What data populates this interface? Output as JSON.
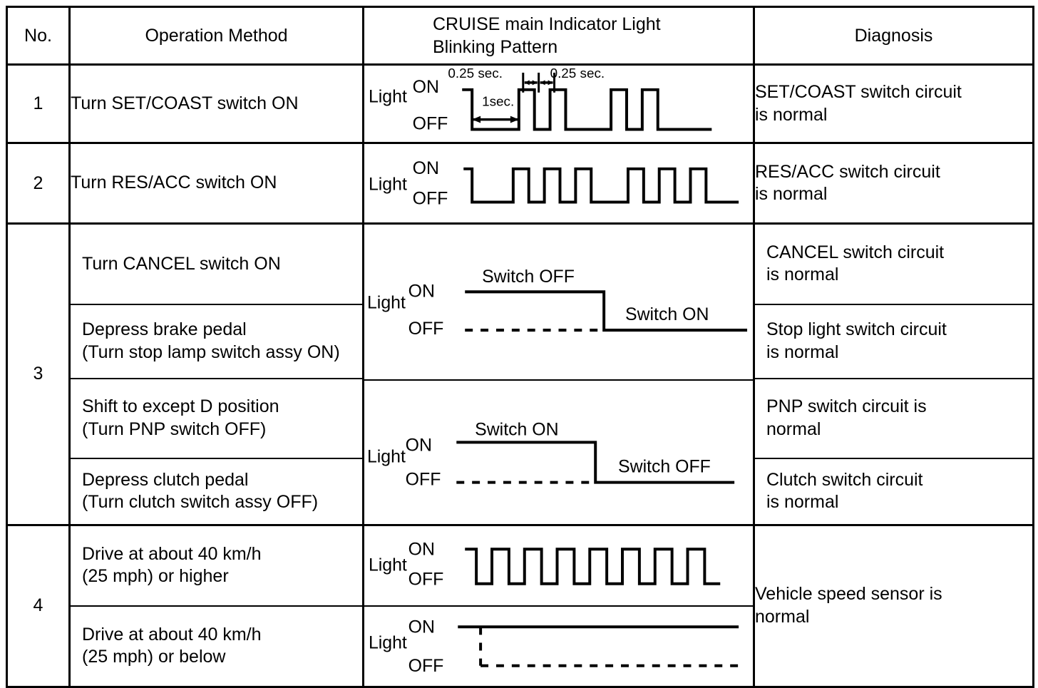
{
  "table": {
    "headers": {
      "no": "No.",
      "operation": "Operation Method",
      "pattern": "CRUISE main Indicator Light\nBlinking Pattern",
      "diagnosis": "Diagnosis"
    },
    "rows": [
      {
        "no": "1",
        "operations": [
          "Turn SET/COAST switch ON"
        ],
        "diagnoses": [
          "SET/COAST switch circuit\nis normal"
        ]
      },
      {
        "no": "2",
        "operations": [
          "Turn RES/ACC switch ON"
        ],
        "diagnoses": [
          "RES/ACC switch circuit\nis normal"
        ]
      },
      {
        "no": "3",
        "operations": [
          "Turn CANCEL switch ON",
          "Depress brake pedal\n(Turn stop lamp switch assy ON)",
          "Shift to except D position\n(Turn PNP switch OFF)",
          "Depress clutch pedal\n(Turn clutch switch assy OFF)"
        ],
        "diagnoses": [
          "CANCEL switch circuit\nis normal",
          "Stop light switch circuit\nis normal",
          "PNP switch circuit is\nnormal",
          "Clutch switch circuit\nis normal"
        ]
      },
      {
        "no": "4",
        "operations": [
          "Drive at about 40 km/h\n(25 mph) or higher",
          "Drive at about 40 km/h\n(25 mph) or below"
        ],
        "diagnoses": [
          "Vehicle speed sensor is\nnormal"
        ]
      }
    ]
  },
  "waveform_labels": {
    "light": "Light",
    "on": "ON",
    "off": "OFF",
    "switch_on": "Switch ON",
    "switch_off": "Switch OFF",
    "t_025_left": "0.25 sec.",
    "t_025_right": "0.25 sec.",
    "t_1sec": "1sec."
  },
  "chart_data": [
    {
      "id": "wave-row1",
      "type": "line",
      "title": "SET/COAST switch ON blinking pattern",
      "ylabel": "Light",
      "levels": [
        "ON",
        "OFF"
      ],
      "annotations": [
        "0.25 sec.",
        "0.25 sec.",
        "1sec."
      ],
      "pulse_count": 4,
      "leading_on": true,
      "pattern_description": "Short ON, 1 sec OFF, then 2 ON pulses of 0.25 sec separated by 0.25 sec, long OFF gap, then 2 more ON pulses, then OFF",
      "states": [
        {
          "level": "ON",
          "width": 1.0
        },
        {
          "level": "OFF",
          "width": 3.0
        },
        {
          "level": "ON",
          "width": 0.75
        },
        {
          "level": "OFF",
          "width": 0.75
        },
        {
          "level": "ON",
          "width": 0.75
        },
        {
          "level": "OFF",
          "width": 2.2
        },
        {
          "level": "ON",
          "width": 0.75
        },
        {
          "level": "OFF",
          "width": 0.75
        },
        {
          "level": "ON",
          "width": 0.75
        },
        {
          "level": "OFF",
          "width": 2.6
        }
      ]
    },
    {
      "id": "wave-row2",
      "type": "line",
      "title": "RES/ACC switch ON blinking pattern",
      "ylabel": "Light",
      "levels": [
        "ON",
        "OFF"
      ],
      "annotations": [],
      "pulse_count": 6,
      "leading_on": true,
      "pattern_description": "Short ON, 1 sec OFF, then 3 ON pulses, long OFF gap, then 3 ON pulses, then OFF",
      "states": [
        {
          "level": "ON",
          "width": 1.0
        },
        {
          "level": "OFF",
          "width": 2.6
        },
        {
          "level": "ON",
          "width": 0.75
        },
        {
          "level": "OFF",
          "width": 0.75
        },
        {
          "level": "ON",
          "width": 0.75
        },
        {
          "level": "OFF",
          "width": 0.75
        },
        {
          "level": "ON",
          "width": 0.75
        },
        {
          "level": "OFF",
          "width": 2.2
        },
        {
          "level": "ON",
          "width": 0.75
        },
        {
          "level": "OFF",
          "width": 0.75
        },
        {
          "level": "ON",
          "width": 0.75
        },
        {
          "level": "OFF",
          "width": 0.75
        },
        {
          "level": "ON",
          "width": 0.75
        },
        {
          "level": "OFF",
          "width": 1.6
        }
      ]
    },
    {
      "id": "wave-row3a",
      "type": "line",
      "title": "CANCEL / stop lamp switch step pattern",
      "ylabel": "Light",
      "levels": [
        "ON",
        "OFF"
      ],
      "annotations": [
        "Switch OFF",
        "Switch ON"
      ],
      "pattern_description": "Solid ON line labelled 'Switch OFF' with dashed OFF baseline, then step down to solid OFF line labelled 'Switch ON'",
      "segments": [
        {
          "level": "ON",
          "style": "solid",
          "label": "Switch OFF"
        },
        {
          "level": "OFF",
          "style": "dashed",
          "label": ""
        },
        {
          "level": "OFF",
          "style": "solid",
          "label": "Switch ON"
        }
      ]
    },
    {
      "id": "wave-row3b",
      "type": "line",
      "title": "PNP / clutch switch step pattern",
      "ylabel": "Light",
      "levels": [
        "ON",
        "OFF"
      ],
      "annotations": [
        "Switch ON",
        "Switch OFF"
      ],
      "pattern_description": "Solid ON line labelled 'Switch ON' with dashed OFF baseline, then step down to solid OFF line labelled 'Switch OFF'",
      "segments": [
        {
          "level": "ON",
          "style": "solid",
          "label": "Switch ON"
        },
        {
          "level": "OFF",
          "style": "dashed",
          "label": ""
        },
        {
          "level": "OFF",
          "style": "solid",
          "label": "Switch OFF"
        }
      ]
    },
    {
      "id": "wave-row4a",
      "type": "line",
      "title": "Vehicle speed 40 km/h or higher blinking pattern",
      "ylabel": "Light",
      "levels": [
        "ON",
        "OFF"
      ],
      "annotations": [],
      "pulse_count": 9,
      "leading_on": true,
      "pattern_description": "Continuous uniform rapid ON/OFF pulses of equal width"
    },
    {
      "id": "wave-row4b",
      "type": "line",
      "title": "Vehicle speed 40 km/h or below pattern",
      "ylabel": "Light",
      "levels": [
        "ON",
        "OFF"
      ],
      "annotations": [],
      "pattern_description": "Solid continuous ON line; dashed vertical drop and dashed OFF baseline",
      "segments": [
        {
          "level": "ON",
          "style": "solid"
        },
        {
          "level": "OFF",
          "style": "dashed"
        }
      ]
    }
  ]
}
